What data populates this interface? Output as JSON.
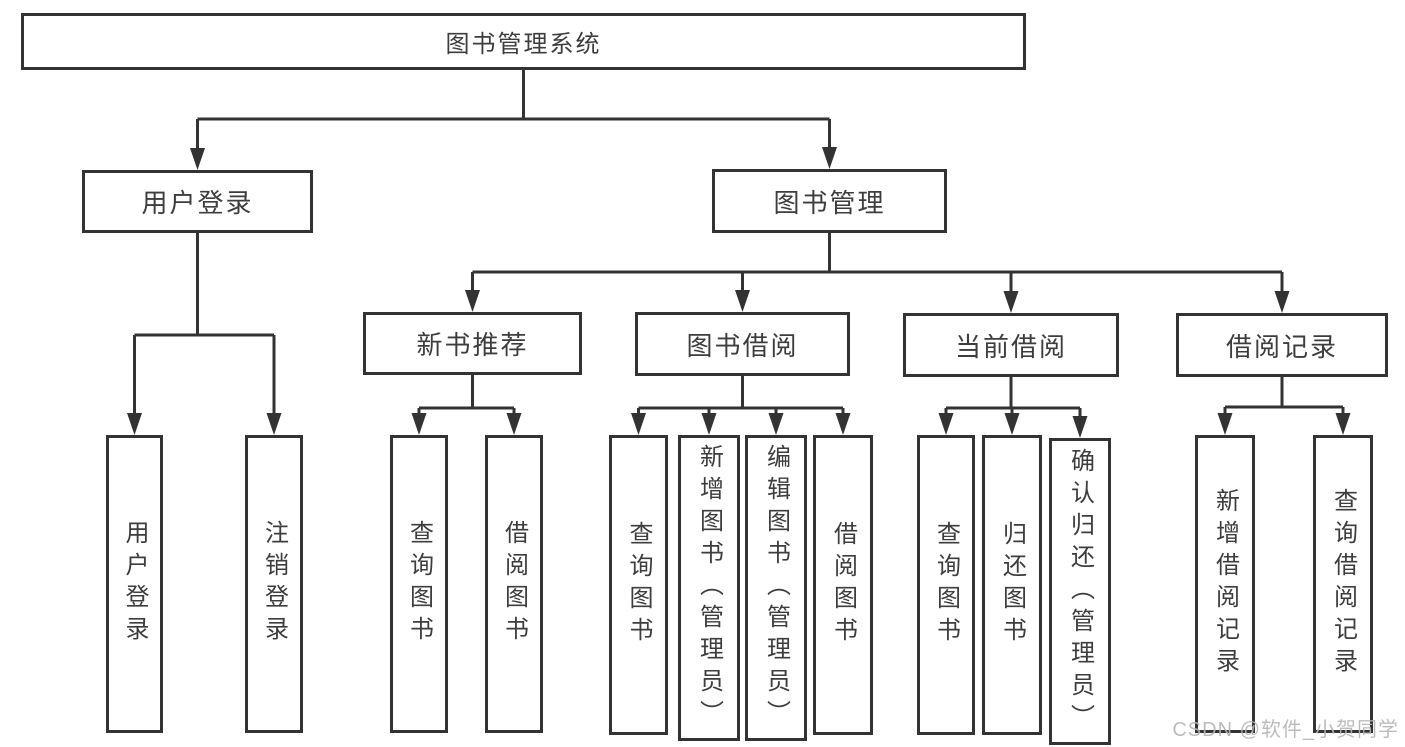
{
  "colors": {
    "background": "#ffffff",
    "line": "#333333",
    "box_border": "#333333",
    "box_fill": "#ffffff",
    "text": "#3d3d3d",
    "watermark": "#b5b5b5"
  },
  "diagram": {
    "root_id": "root",
    "nodes": [
      {
        "id": "root",
        "label": "图书管理系统",
        "children": [
          "user-login",
          "book-mgmt"
        ]
      },
      {
        "id": "user-login",
        "label": "用户登录",
        "children": [
          "ul-login",
          "ul-logout"
        ]
      },
      {
        "id": "book-mgmt",
        "label": "图书管理",
        "children": [
          "new-book-rec",
          "book-borrow",
          "cur-borrow",
          "borrow-rec"
        ]
      },
      {
        "id": "new-book-rec",
        "label": "新书推荐",
        "children": [
          "nr-query",
          "nr-borrow"
        ]
      },
      {
        "id": "book-borrow",
        "label": "图书借阅",
        "children": [
          "bb-query",
          "bb-add",
          "bb-edit",
          "bb-borrow"
        ]
      },
      {
        "id": "cur-borrow",
        "label": "当前借阅",
        "children": [
          "cb-query",
          "cb-return",
          "cb-confirm"
        ]
      },
      {
        "id": "borrow-rec",
        "label": "借阅记录",
        "children": [
          "br-add",
          "br-query"
        ]
      },
      {
        "id": "ul-login",
        "label": "用户登录",
        "children": []
      },
      {
        "id": "ul-logout",
        "label": "注销登录",
        "children": []
      },
      {
        "id": "nr-query",
        "label": "查询图书",
        "children": []
      },
      {
        "id": "nr-borrow",
        "label": "借阅图书",
        "children": []
      },
      {
        "id": "bb-query",
        "label": "查询图书",
        "children": []
      },
      {
        "id": "bb-add",
        "label": "新增图书（管理员）",
        "children": []
      },
      {
        "id": "bb-edit",
        "label": "编辑图书（管理员）",
        "children": []
      },
      {
        "id": "bb-borrow",
        "label": "借阅图书",
        "children": []
      },
      {
        "id": "cb-query",
        "label": "查询图书",
        "children": []
      },
      {
        "id": "cb-return",
        "label": "归还图书",
        "children": []
      },
      {
        "id": "cb-confirm",
        "label": "确认归还（管理员）",
        "children": []
      },
      {
        "id": "br-add",
        "label": "新增借阅记录",
        "children": []
      },
      {
        "id": "br-query",
        "label": "查询借阅记录",
        "children": []
      }
    ]
  },
  "watermark": {
    "text": "CSDN @软件_小贺同学"
  }
}
